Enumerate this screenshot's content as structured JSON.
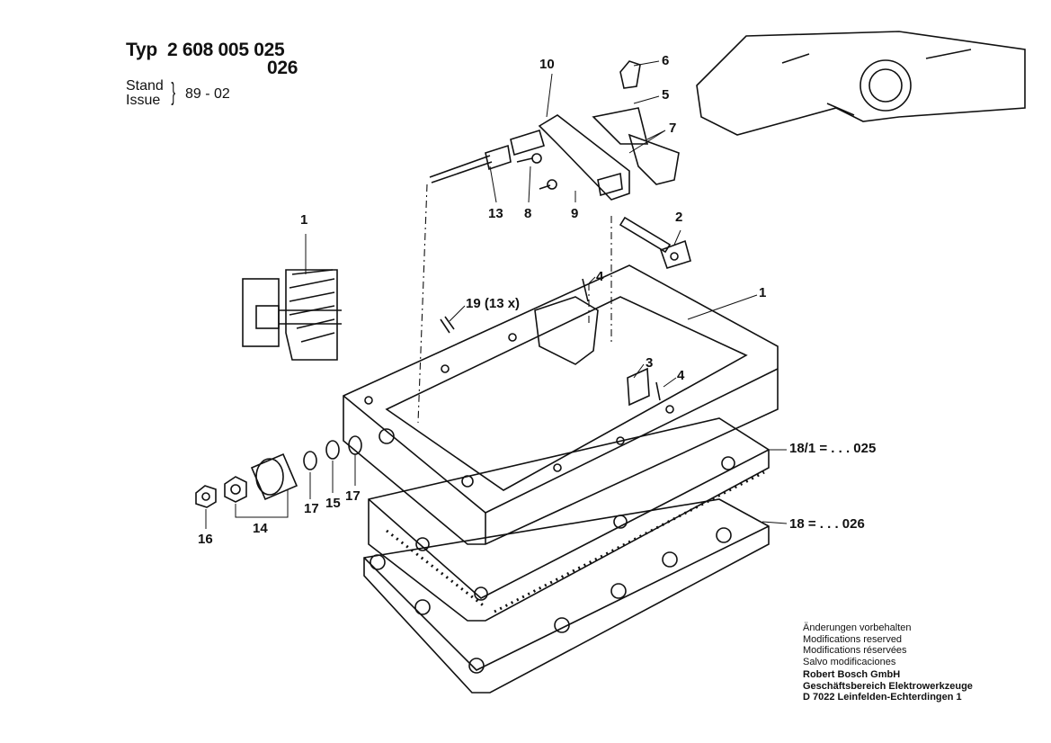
{
  "header": {
    "typ_label": "Typ",
    "type_number": "2 608 005 025",
    "type_variant": "026",
    "stand_label": "Stand",
    "issue_label": "Issue",
    "brace": "}",
    "date": "89 - 02"
  },
  "callouts": {
    "c10": "10",
    "c6": "6",
    "c5": "5",
    "c7": "7",
    "c13": "13",
    "c8": "8",
    "c9": "9",
    "c2": "2",
    "c1_inset": "1",
    "c4a": "4",
    "c1": "1",
    "c19": "19 (13 x)",
    "c3": "3",
    "c4b": "4",
    "c18_1": "18/1 = . . . 025",
    "c18": "18 = . . . 026",
    "c17a": "17",
    "c15": "15",
    "c17b": "17",
    "c14": "14",
    "c16": "16"
  },
  "footer": {
    "lines": [
      "Änderungen vorbehalten",
      "Modifications reserved",
      "Modifications réservées",
      "Salvo modificaciones"
    ],
    "company": [
      "Robert Bosch GmbH",
      "Geschäftsbereich Elektrowerkzeuge",
      "D 7022 Leinfelden-Echterdingen 1"
    ]
  }
}
